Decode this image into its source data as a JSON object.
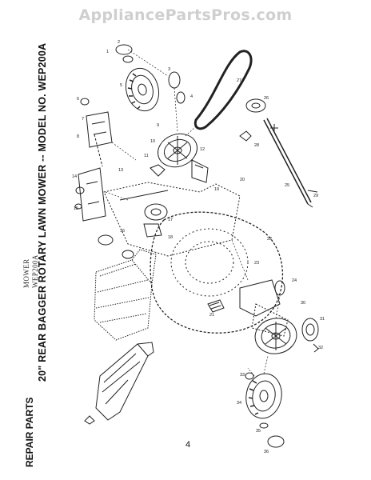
{
  "watermark": "AppliancePartsPros.com",
  "document": {
    "title": "20\" REAR BAGGER ROTARY LAWN MOWER -- MODEL NO. WEP200A",
    "section": "REPAIR PARTS",
    "manufacturer": "MOWER",
    "model": "WEP200A",
    "page_number": "4"
  },
  "callouts": [
    "1",
    "2",
    "3",
    "4",
    "5",
    "6",
    "7",
    "8",
    "9",
    "10",
    "11",
    "12",
    "13",
    "14",
    "15",
    "16",
    "17",
    "18",
    "19",
    "20",
    "21",
    "22",
    "23",
    "24",
    "25",
    "26",
    "27",
    "28",
    "29",
    "30",
    "31",
    "32",
    "33",
    "34",
    "35",
    "36"
  ]
}
